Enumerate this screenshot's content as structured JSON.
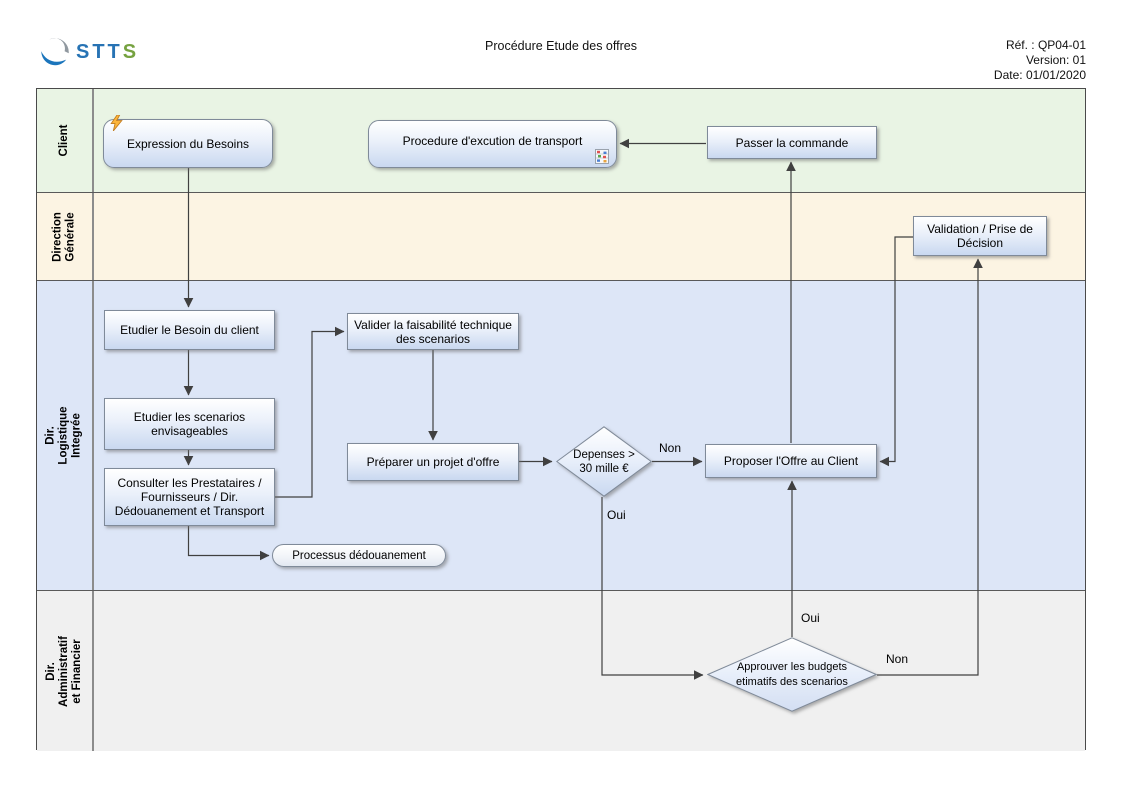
{
  "header": {
    "logo": {
      "blue": "STT",
      "green": "S"
    },
    "title": "Procédure Etude des offres",
    "ref": "Réf. : QP04-01",
    "version": "Version: 01",
    "date": "Date: 01/01/2020"
  },
  "lanes": {
    "client": "Client",
    "direction_generale": "Direction Générale",
    "logistique": "Dir. Logistique Integrée",
    "admin": "Dir. Administratif et Financier"
  },
  "nodes": {
    "expression": "Expression du Besoins",
    "procedure_transport": "Procedure d'excution de transport",
    "passer_commande": "Passer la commande",
    "validation": "Validation / Prise de Décision",
    "etudier_besoin": "Etudier le Besoin du client",
    "etudier_scenarios": "Etudier les scenarios envisageables",
    "consulter": "Consulter les Prestataires / Fournisseurs / Dir. Dédouanement et Transport",
    "processus_dedouanement": "Processus dédouanement",
    "valider_faisabilite": "Valider la faisabilité technique des scenarios",
    "preparer_offre": "Préparer un projet d'offre",
    "depenses": "Depenses > 30 mille €",
    "proposer_offre": "Proposer l'Offre au Client",
    "approuver_budgets": "Approuver les budgets etimatifs des scenarios"
  },
  "edge_labels": {
    "depenses_non": "Non",
    "depenses_oui": "Oui",
    "approuver_oui": "Oui",
    "approuver_non": "Non"
  },
  "colors": {
    "lane_client": "#e9f4e4",
    "lane_direction_generale": "#fcf4e3",
    "lane_logistique": "#dde6f7",
    "lane_admin": "#f0f0f0",
    "node_fill_top": "#ffffff",
    "node_fill_bottom": "#c9d8f0",
    "node_border": "#7f8a99",
    "connector": "#404040",
    "logo_blue": "#2773b4",
    "logo_green": "#76a240",
    "bolt_icon": "#f9a825"
  }
}
